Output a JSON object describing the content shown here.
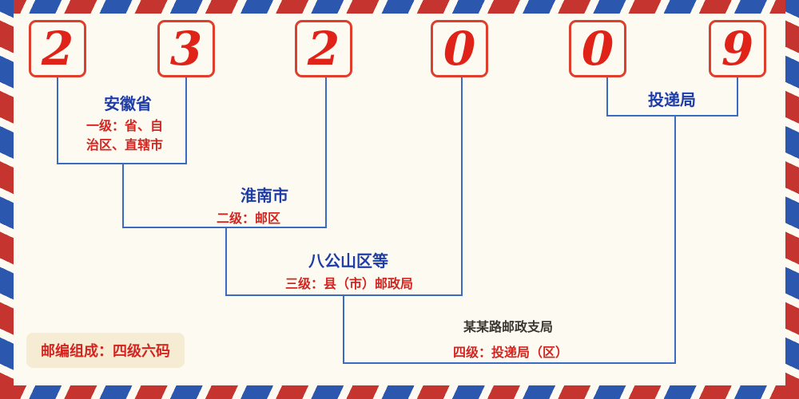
{
  "colors": {
    "bg": "#fdfbf1",
    "stripe-red": "#c5342e",
    "stripe-blue": "#2b57ae",
    "digit": "#e02318",
    "box-border": "#e03e2d",
    "line": "#3a6bc4",
    "label-blue": "#1e3da8",
    "label-red": "#d42420",
    "level4-name": "#3b3530",
    "badge-bg": "#f6ecd4"
  },
  "postal_code": {
    "digits": [
      "2",
      "3",
      "2",
      "0",
      "0",
      "9"
    ]
  },
  "levels": [
    {
      "name": "安徽省",
      "desc_line1": "一级：省、自",
      "desc_line2": "治区、直辖市"
    },
    {
      "name": "淮南市",
      "desc": "二级：邮区"
    },
    {
      "name": "八公山区等",
      "desc": "三级：县（市）邮政局"
    },
    {
      "name": "某某路邮政支局",
      "desc": "四级：投递局（区）"
    },
    {
      "name": "投递局"
    }
  ],
  "footer": {
    "badge": "邮编组成：四级六码"
  }
}
